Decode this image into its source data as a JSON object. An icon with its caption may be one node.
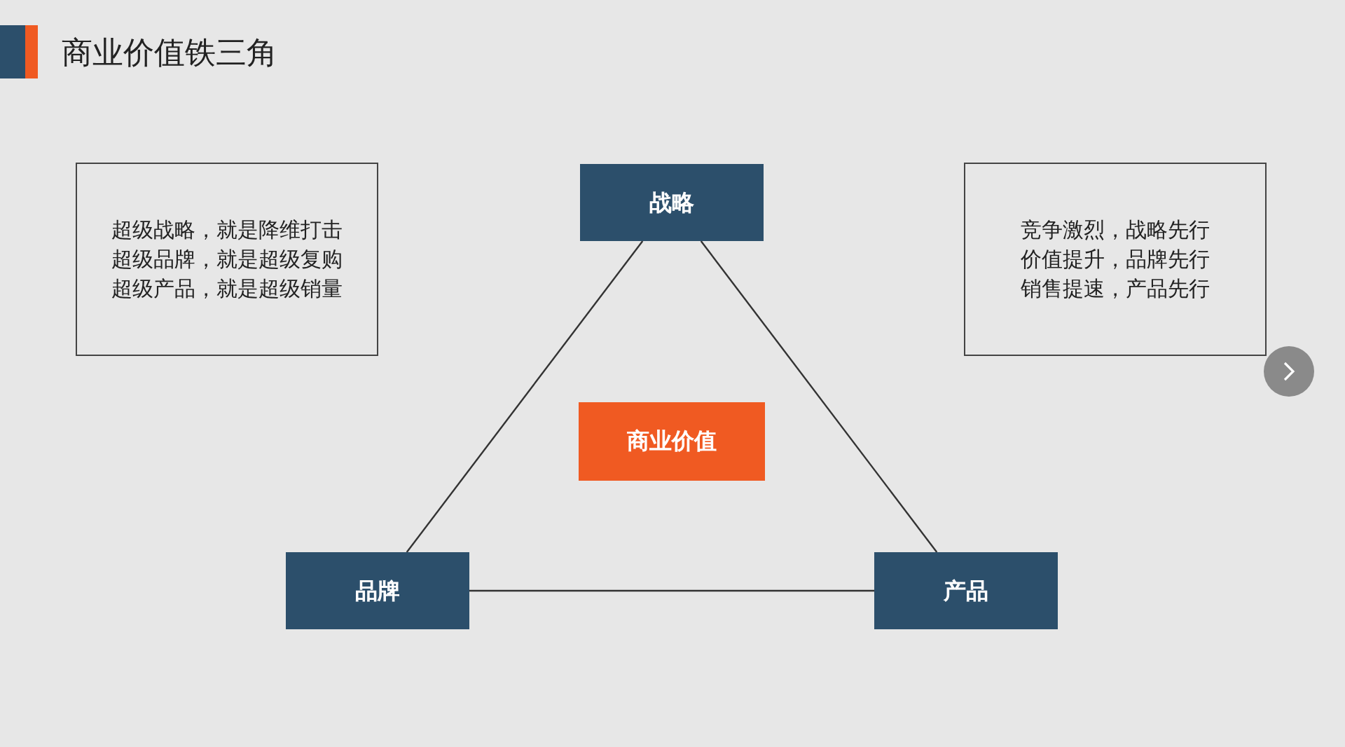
{
  "diagram": {
    "title": "商业价值铁三角",
    "nodes": [
      {
        "text": [
          "超级战略，就是降维打击",
          "超级品牌，就是超级复购",
          "超级产品，就是超级销量"
        ]
      },
      {
        "text": [
          "战略"
        ]
      },
      {
        "text": [
          "竞争激烈，战略先行",
          "价值提升，品牌先行",
          "销售提速，产品先行"
        ]
      },
      {
        "text": [
          "商业价值"
        ]
      },
      {
        "text": [
          "品牌"
        ]
      },
      {
        "text": [
          "产品"
        ]
      }
    ],
    "edges": [
      {
        "from": 1,
        "to": 4,
        "arrow": "none"
      },
      {
        "from": 1,
        "to": 5,
        "arrow": "none"
      },
      {
        "from": 4,
        "to": 5,
        "arrow": "none"
      }
    ]
  }
}
